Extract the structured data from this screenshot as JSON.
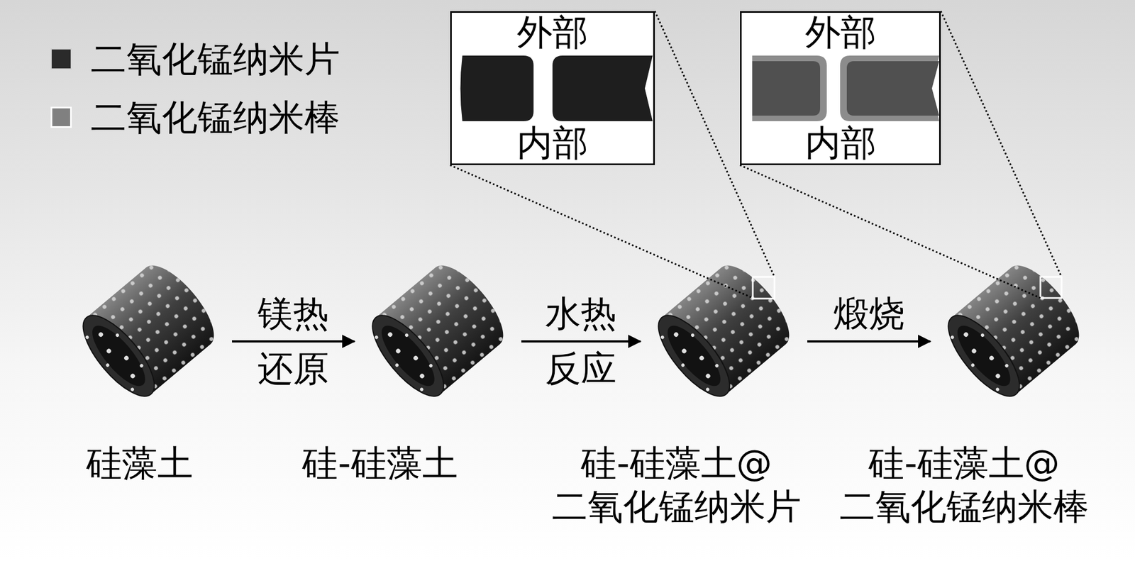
{
  "diagram": {
    "nodes": [
      {
        "text": [
          "外部",
          "内部"
        ]
      },
      {
        "text": [
          "外部",
          "内部"
        ]
      },
      {
        "text": [
          "硅藻土"
        ]
      },
      {
        "text": [
          "硅-硅藻土"
        ]
      },
      {
        "text": [
          "硅-硅藻土@ 二氧化锰纳米片"
        ]
      },
      {
        "text": [
          "硅-硅藻土@ 二氧化锰纳米棒"
        ]
      }
    ],
    "edges": [
      {
        "from": 2,
        "to": 3,
        "arrow": "to",
        "label": "镁热 还原"
      },
      {
        "from": 3,
        "to": 4,
        "arrow": "to",
        "label": "水热 反应"
      },
      {
        "from": 4,
        "to": 5,
        "arrow": "to",
        "label": "煅烧"
      }
    ],
    "legend": [
      {
        "text": "二氧化锰纳米片",
        "color": "#2a2a2a"
      },
      {
        "text": "二氧化锰纳米棒",
        "color": "#808080"
      }
    ]
  }
}
